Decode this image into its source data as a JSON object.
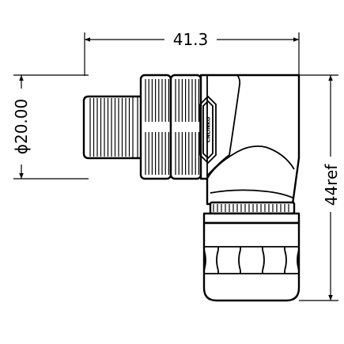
{
  "dimensions": {
    "length": "41.3",
    "diameter": "ϕ20.00",
    "height": "44ref"
  },
  "logo_text": "CNLINKO"
}
